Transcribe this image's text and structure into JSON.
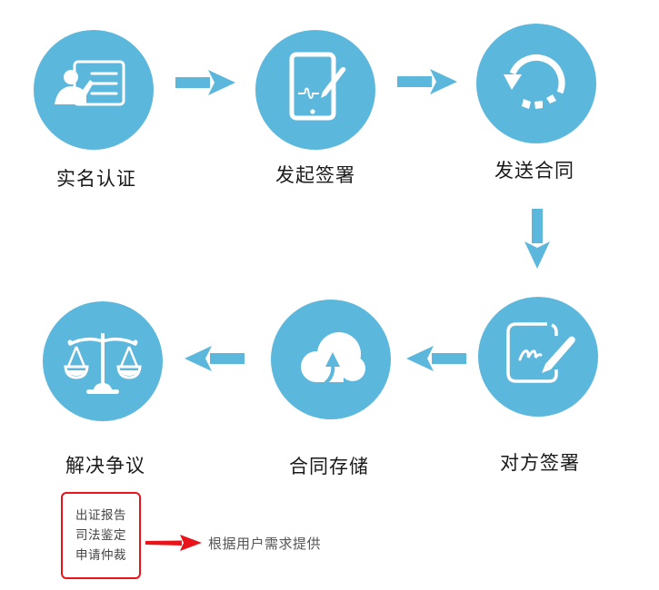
{
  "colors": {
    "node_fill": "#5bb7dc",
    "flow_arrow": "#5bb7dc",
    "note_border": "#e8141a",
    "note_arrow": "#e8141a"
  },
  "steps": [
    {
      "id": 1,
      "label": "实名认证",
      "icon": "presenter-board-icon"
    },
    {
      "id": 2,
      "label": "发起签署",
      "icon": "tablet-signature-icon"
    },
    {
      "id": 3,
      "label": "发送合同",
      "icon": "refresh-loading-icon"
    },
    {
      "id": 4,
      "label": "对方签署",
      "icon": "sign-pen-icon"
    },
    {
      "id": 5,
      "label": "合同存储",
      "icon": "cloud-upload-icon"
    },
    {
      "id": 6,
      "label": "解决争议",
      "icon": "scales-of-justice-icon"
    }
  ],
  "flow": [
    {
      "from": 1,
      "to": 2,
      "direction": "right"
    },
    {
      "from": 2,
      "to": 3,
      "direction": "right"
    },
    {
      "from": 3,
      "to": 4,
      "direction": "down"
    },
    {
      "from": 4,
      "to": 5,
      "direction": "left"
    },
    {
      "from": 5,
      "to": 6,
      "direction": "left"
    }
  ],
  "note": {
    "lines": [
      "出证报告",
      "司法鉴定",
      "申请仲裁"
    ],
    "description": "根据用户需求提供"
  }
}
